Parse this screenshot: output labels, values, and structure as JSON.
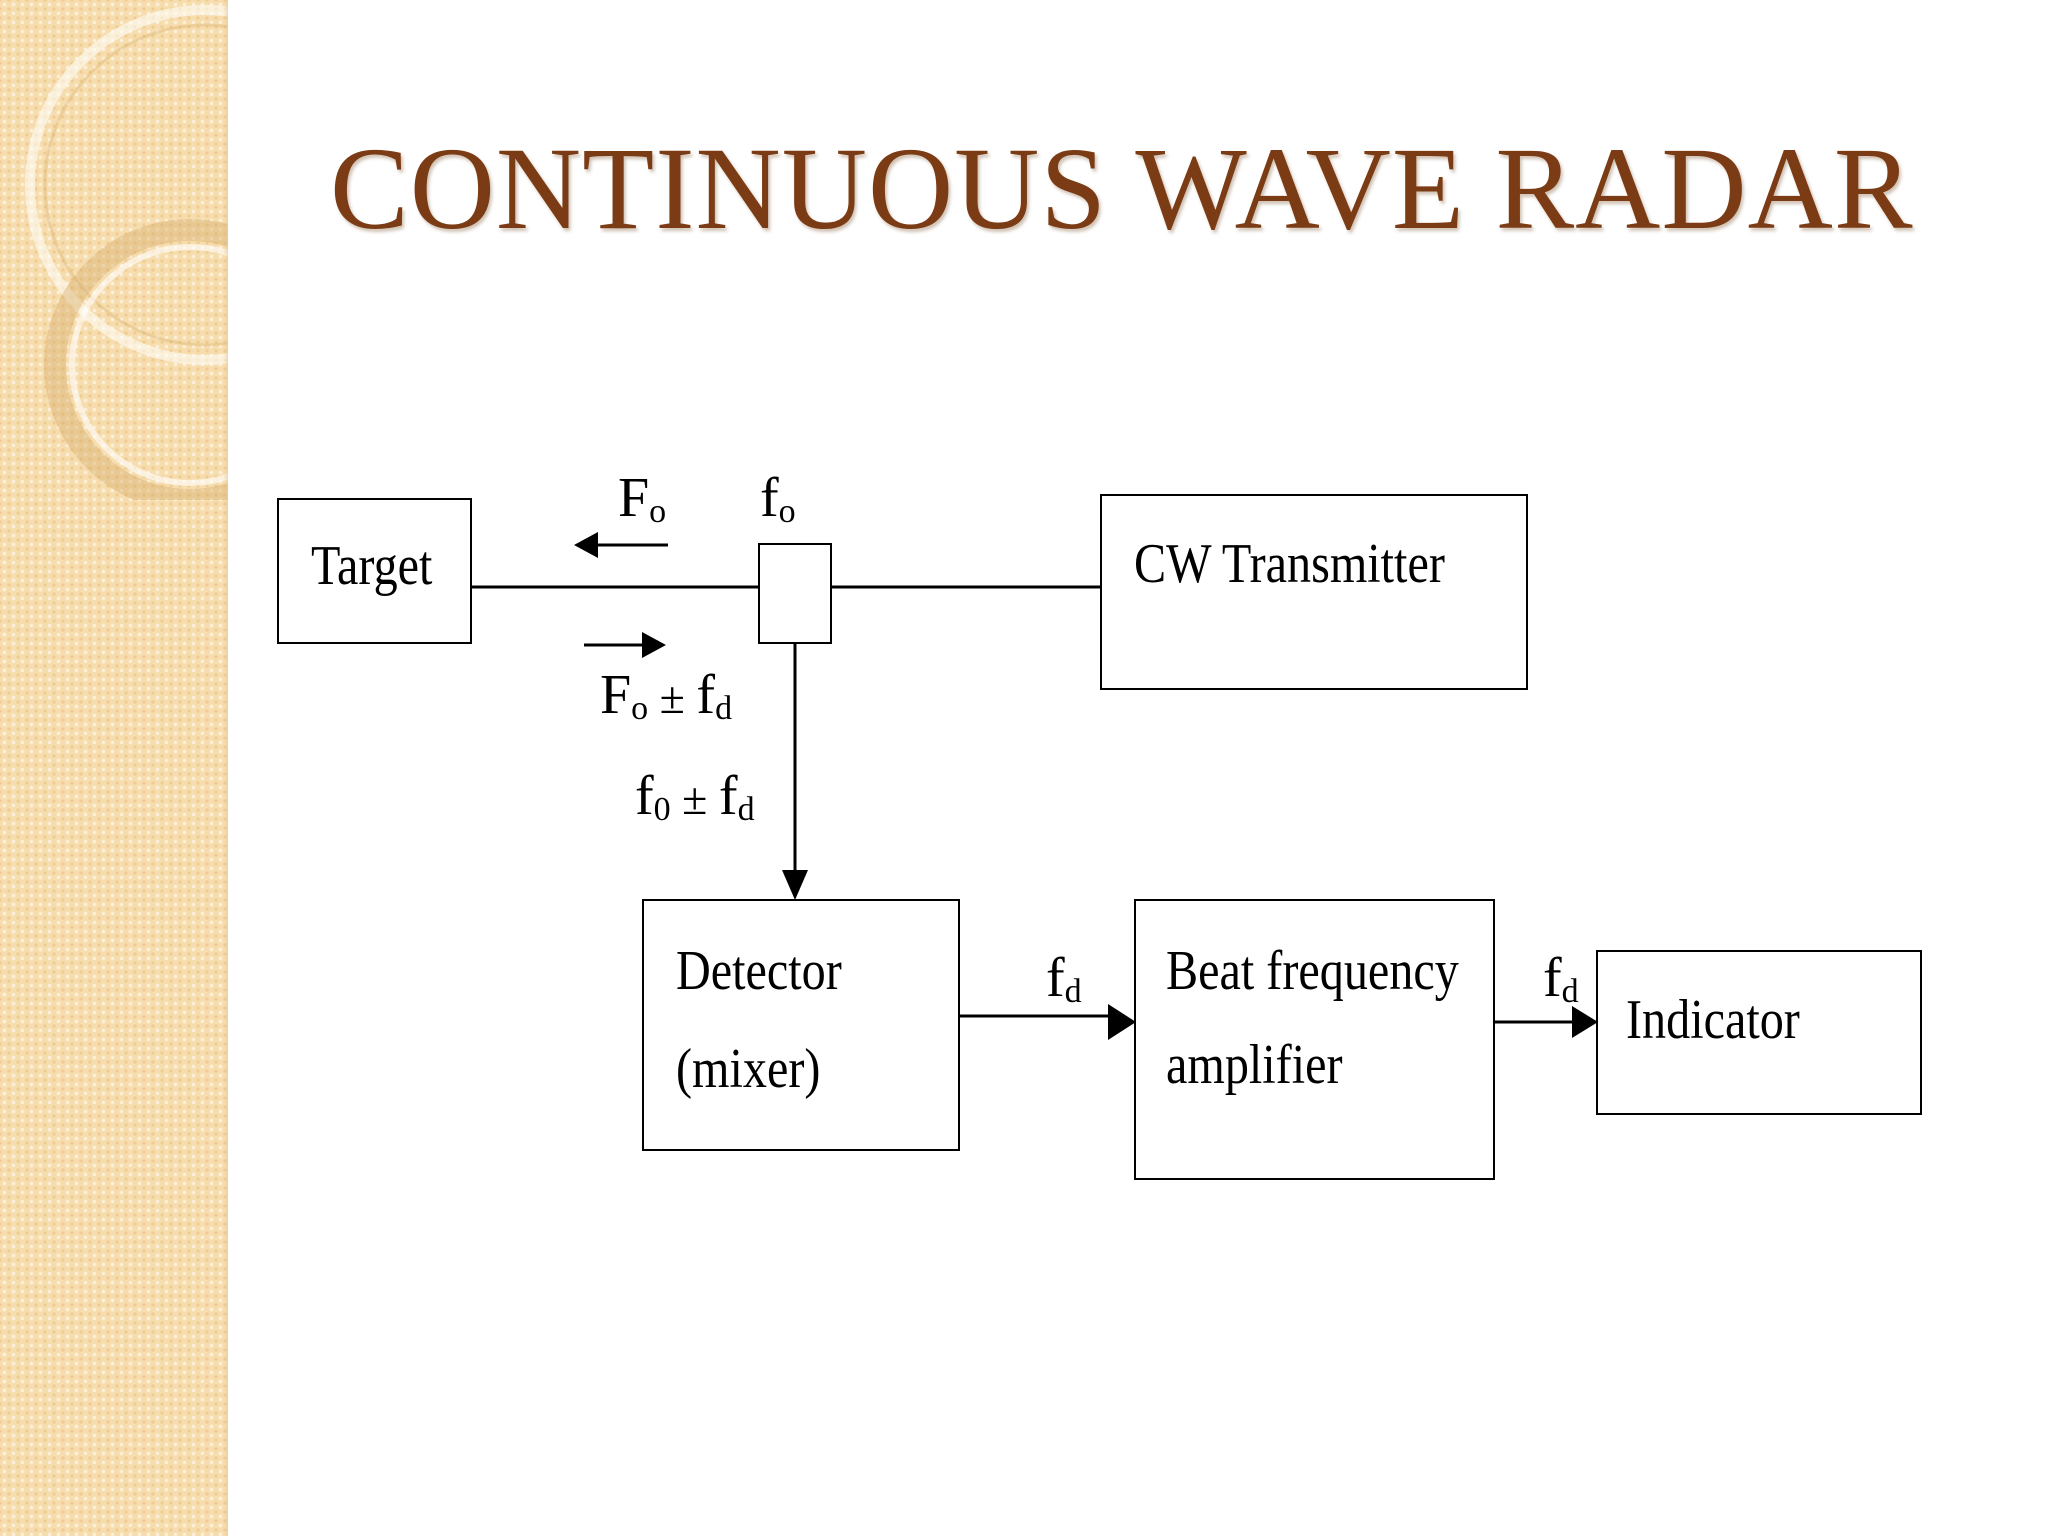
{
  "slide": {
    "title": "CONTINUOUS WAVE RADAR"
  },
  "diagram": {
    "nodes": {
      "target": "Target",
      "transmitter": "CW Transmitter",
      "detector": {
        "line1": "Detector",
        "line2": "(mixer)"
      },
      "amplifier": {
        "line1": "Beat frequency",
        "line2": "amplifier"
      },
      "indicator": "Indicator"
    },
    "labels": {
      "tx_freq": {
        "base": "F",
        "sub": "o"
      },
      "tap_freq": {
        "base": "f",
        "sub": "o"
      },
      "echo_freq": {
        "base": "F",
        "sub": "o",
        "op": " ± ",
        "base2": "f",
        "sub2": "d"
      },
      "mixer_in": {
        "base": "f",
        "sub": "0",
        "op": " ± ",
        "base2": "f",
        "sub2": "d"
      },
      "doppler_1": {
        "base": "f",
        "sub": "d"
      },
      "doppler_2": {
        "base": "f",
        "sub": "d"
      }
    }
  }
}
